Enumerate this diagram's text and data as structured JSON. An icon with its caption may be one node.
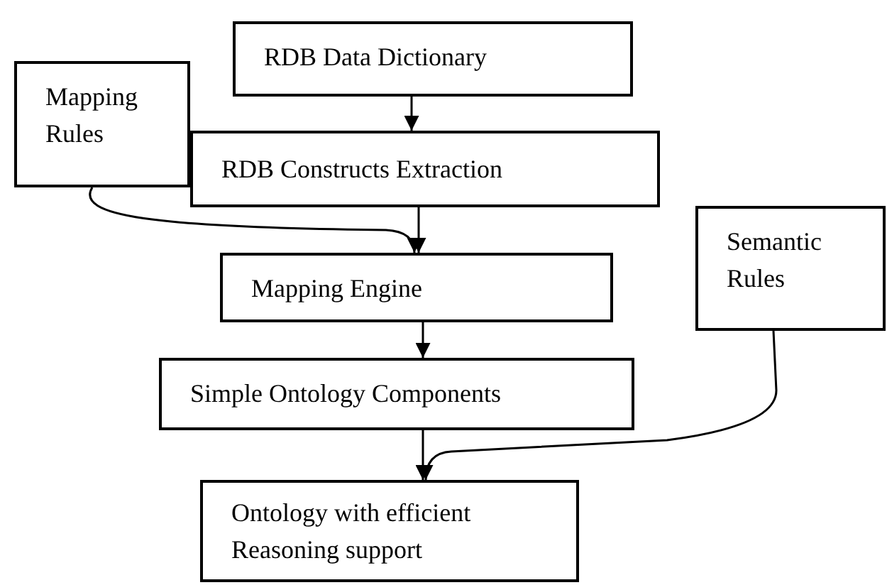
{
  "diagram": {
    "nodes": [
      {
        "text": [
          "RDB Data Dictionary"
        ]
      },
      {
        "text": [
          "Mapping Rules"
        ]
      },
      {
        "text": [
          "RDB Constructs Extraction"
        ]
      },
      {
        "text": [
          "Semantic Rules"
        ]
      },
      {
        "text": [
          "Mapping Engine"
        ]
      },
      {
        "text": [
          "Simple Ontology Components"
        ]
      },
      {
        "text": [
          "Ontology with efficient Reasoning support"
        ]
      }
    ],
    "edges": [
      {
        "from": 0,
        "to": 2,
        "arrow": "to"
      },
      {
        "from": 2,
        "to": 4,
        "arrow": "to"
      },
      {
        "from": 1,
        "to": 4,
        "arrow": "to"
      },
      {
        "from": 4,
        "to": 5,
        "arrow": "to"
      },
      {
        "from": 5,
        "to": 6,
        "arrow": "to"
      },
      {
        "from": 3,
        "to": 6,
        "arrow": "to"
      }
    ]
  }
}
